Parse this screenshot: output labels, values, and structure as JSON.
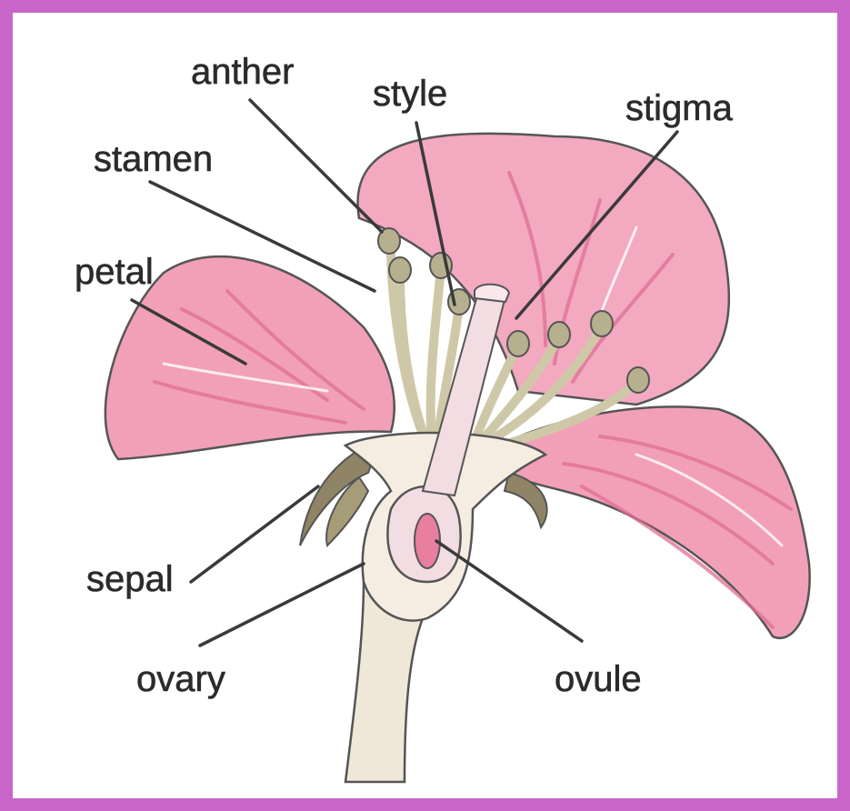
{
  "colors": {
    "border": "#c965c9",
    "background": "#ffffff",
    "petal": "#f1a0b8",
    "petal_dark": "#e06f95",
    "filament": "#d8d2b4",
    "anther": "#b7b08f",
    "pistil": "#f2dde3",
    "stem": "#efe8d8",
    "sepal": "#8f8566",
    "outline": "#3a3a3a",
    "label_text": "#2b2b2b"
  },
  "labels": {
    "anther": "anther",
    "style": "style",
    "stigma": "stigma",
    "stamen": "stamen",
    "petal": "petal",
    "sepal": "sepal",
    "ovary": "ovary",
    "ovule": "ovule"
  }
}
